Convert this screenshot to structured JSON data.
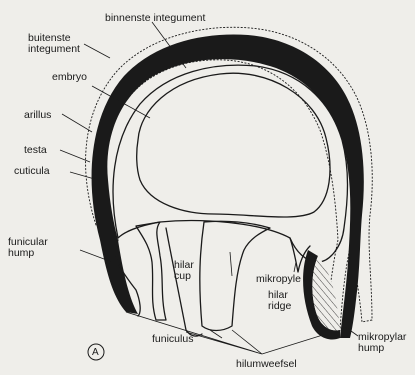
{
  "labels": {
    "binnenste_integument": "binnenste integument",
    "buitenste_integument_1": "buitenste",
    "buitenste_integument_2": "integument",
    "embryo": "embryo",
    "arillus": "arillus",
    "testa": "testa",
    "cuticula": "cuticula",
    "funicular_hump_1": "funicular",
    "funicular_hump_2": "hump",
    "hilar_cup_1": "hilar",
    "hilar_cup_2": "cup",
    "mikropyle": "mikropyle",
    "hilar_ridge_1": "hilar",
    "hilar_ridge_2": "ridge",
    "funiculus": "funiculus",
    "mikropylar_hump_1": "mikropylar",
    "mikropylar_hump_2": "hump",
    "hilumweefsel": "hilumweefsel",
    "panel_letter": "A"
  },
  "colors": {
    "ink": "#1a1a1a",
    "paper": "#efeeea"
  }
}
